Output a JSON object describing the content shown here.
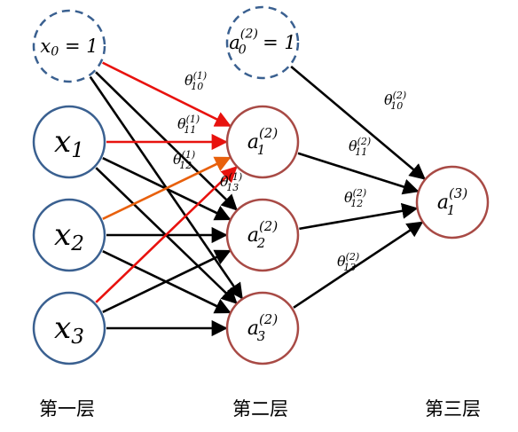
{
  "colors": {
    "input_node_stroke": "#3a6090",
    "hidden_node_stroke": "#a84a45",
    "edge_default": "#000000",
    "edge_highlight": "#e8120e",
    "edge_orange": "#e8600c"
  },
  "layers": [
    {
      "label": "第一层"
    },
    {
      "label": "第二层"
    },
    {
      "label": "第三层"
    }
  ],
  "nodes": {
    "x0": {
      "base": "x",
      "sub": "0",
      "rest": " = 1",
      "style": "bias"
    },
    "x1": {
      "base": "x",
      "sub": "1"
    },
    "x2": {
      "base": "x",
      "sub": "2"
    },
    "x3": {
      "base": "x",
      "sub": "3"
    },
    "a0_2": {
      "base": "a",
      "sub": "0",
      "sup": "(2)",
      "rest": " = 1",
      "style": "bias"
    },
    "a1_2": {
      "base": "a",
      "sub": "1",
      "sup": "(2)"
    },
    "a2_2": {
      "base": "a",
      "sub": "2",
      "sup": "(2)"
    },
    "a3_2": {
      "base": "a",
      "sub": "3",
      "sup": "(2)"
    },
    "a1_3": {
      "base": "a",
      "sub": "1",
      "sup": "(3)"
    }
  },
  "weights": {
    "t10_1": {
      "base": "θ",
      "sub": "10",
      "sup": "(1)"
    },
    "t11_1": {
      "base": "θ",
      "sub": "11",
      "sup": "(1)"
    },
    "t12_1": {
      "base": "θ",
      "sub": "12",
      "sup": "(1)"
    },
    "t13_1": {
      "base": "θ",
      "sub": "13",
      "sup": "(1)"
    },
    "t10_2": {
      "base": "θ",
      "sub": "10",
      "sup": "(2)"
    },
    "t11_2": {
      "base": "θ",
      "sub": "11",
      "sup": "(2)"
    },
    "t12_2": {
      "base": "θ",
      "sub": "12",
      "sup": "(2)"
    },
    "t13_2": {
      "base": "θ",
      "sub": "13",
      "sup": "(2)"
    }
  },
  "edges": [
    {
      "from": "x0",
      "to": "a1_2",
      "color": "highlight"
    },
    {
      "from": "x1",
      "to": "a1_2",
      "color": "highlight"
    },
    {
      "from": "x2",
      "to": "a1_2",
      "color": "orange"
    },
    {
      "from": "x3",
      "to": "a1_2",
      "color": "highlight"
    },
    {
      "from": "x0",
      "to": "a2_2",
      "color": "default"
    },
    {
      "from": "x0",
      "to": "a3_2",
      "color": "default"
    },
    {
      "from": "x1",
      "to": "a2_2",
      "color": "default"
    },
    {
      "from": "x1",
      "to": "a3_2",
      "color": "default"
    },
    {
      "from": "x2",
      "to": "a2_2",
      "color": "default"
    },
    {
      "from": "x2",
      "to": "a3_2",
      "color": "default"
    },
    {
      "from": "x3",
      "to": "a2_2",
      "color": "default"
    },
    {
      "from": "x3",
      "to": "a3_2",
      "color": "default"
    },
    {
      "from": "a0_2",
      "to": "a1_3",
      "color": "default"
    },
    {
      "from": "a1_2",
      "to": "a1_3",
      "color": "default"
    },
    {
      "from": "a2_2",
      "to": "a1_3",
      "color": "default"
    },
    {
      "from": "a3_2",
      "to": "a1_3",
      "color": "default"
    }
  ]
}
